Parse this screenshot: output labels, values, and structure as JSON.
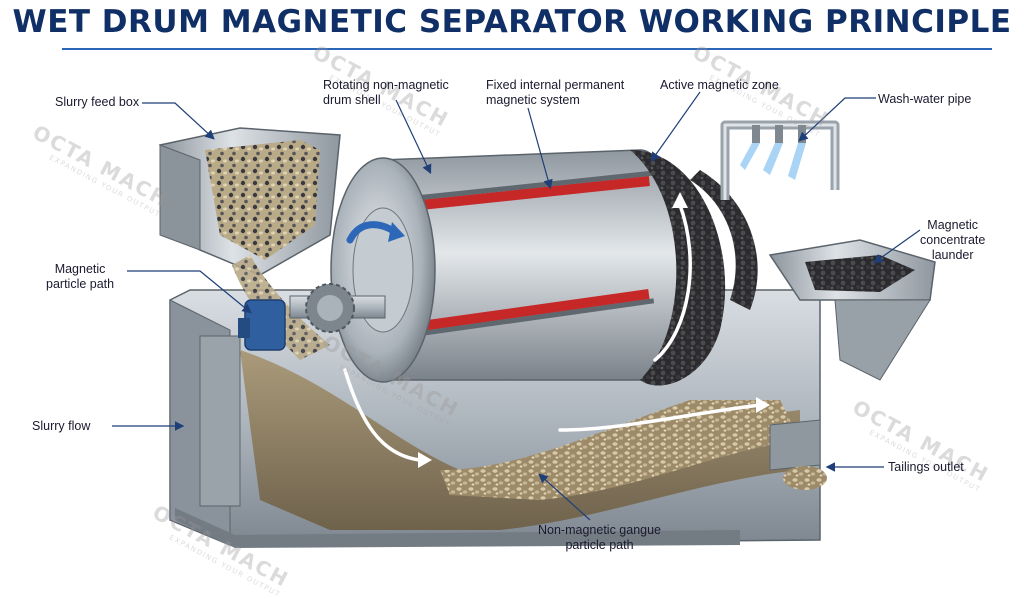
{
  "title": "WET DRUM MAGNETIC SEPARATOR WORKING PRINCIPLE",
  "labels": {
    "slurry_feed_box": "Slurry feed box",
    "drum_shell_1": "Rotating non-magnetic",
    "drum_shell_2": "drum shell",
    "magnet_system_1": "Fixed internal permanent",
    "magnet_system_2": "magnetic system",
    "active_zone": "Active magnetic zone",
    "wash_water": "Wash-water pipe",
    "concentrate_1": "Magnetic",
    "concentrate_2": "concentrate",
    "concentrate_3": "launder",
    "magnetic_path_1": "Magnetic",
    "magnetic_path_2": "particle path",
    "slurry_flow": "Slurry flow",
    "tailings": "Tailings outlet",
    "gangue_1": "Non-magnetic gangue",
    "gangue_2": "particle path"
  },
  "watermark": {
    "brand": "OCTA MACH",
    "tagline": "EXPANDING YOUR OUTPUT"
  },
  "colors": {
    "title": "#0f2f66",
    "rule": "#2c66b8",
    "steel": "#a9b2bc",
    "magnet_red": "#c62828",
    "motor_blue": "#2f5f9e",
    "slurry": "#8a7a5c"
  }
}
